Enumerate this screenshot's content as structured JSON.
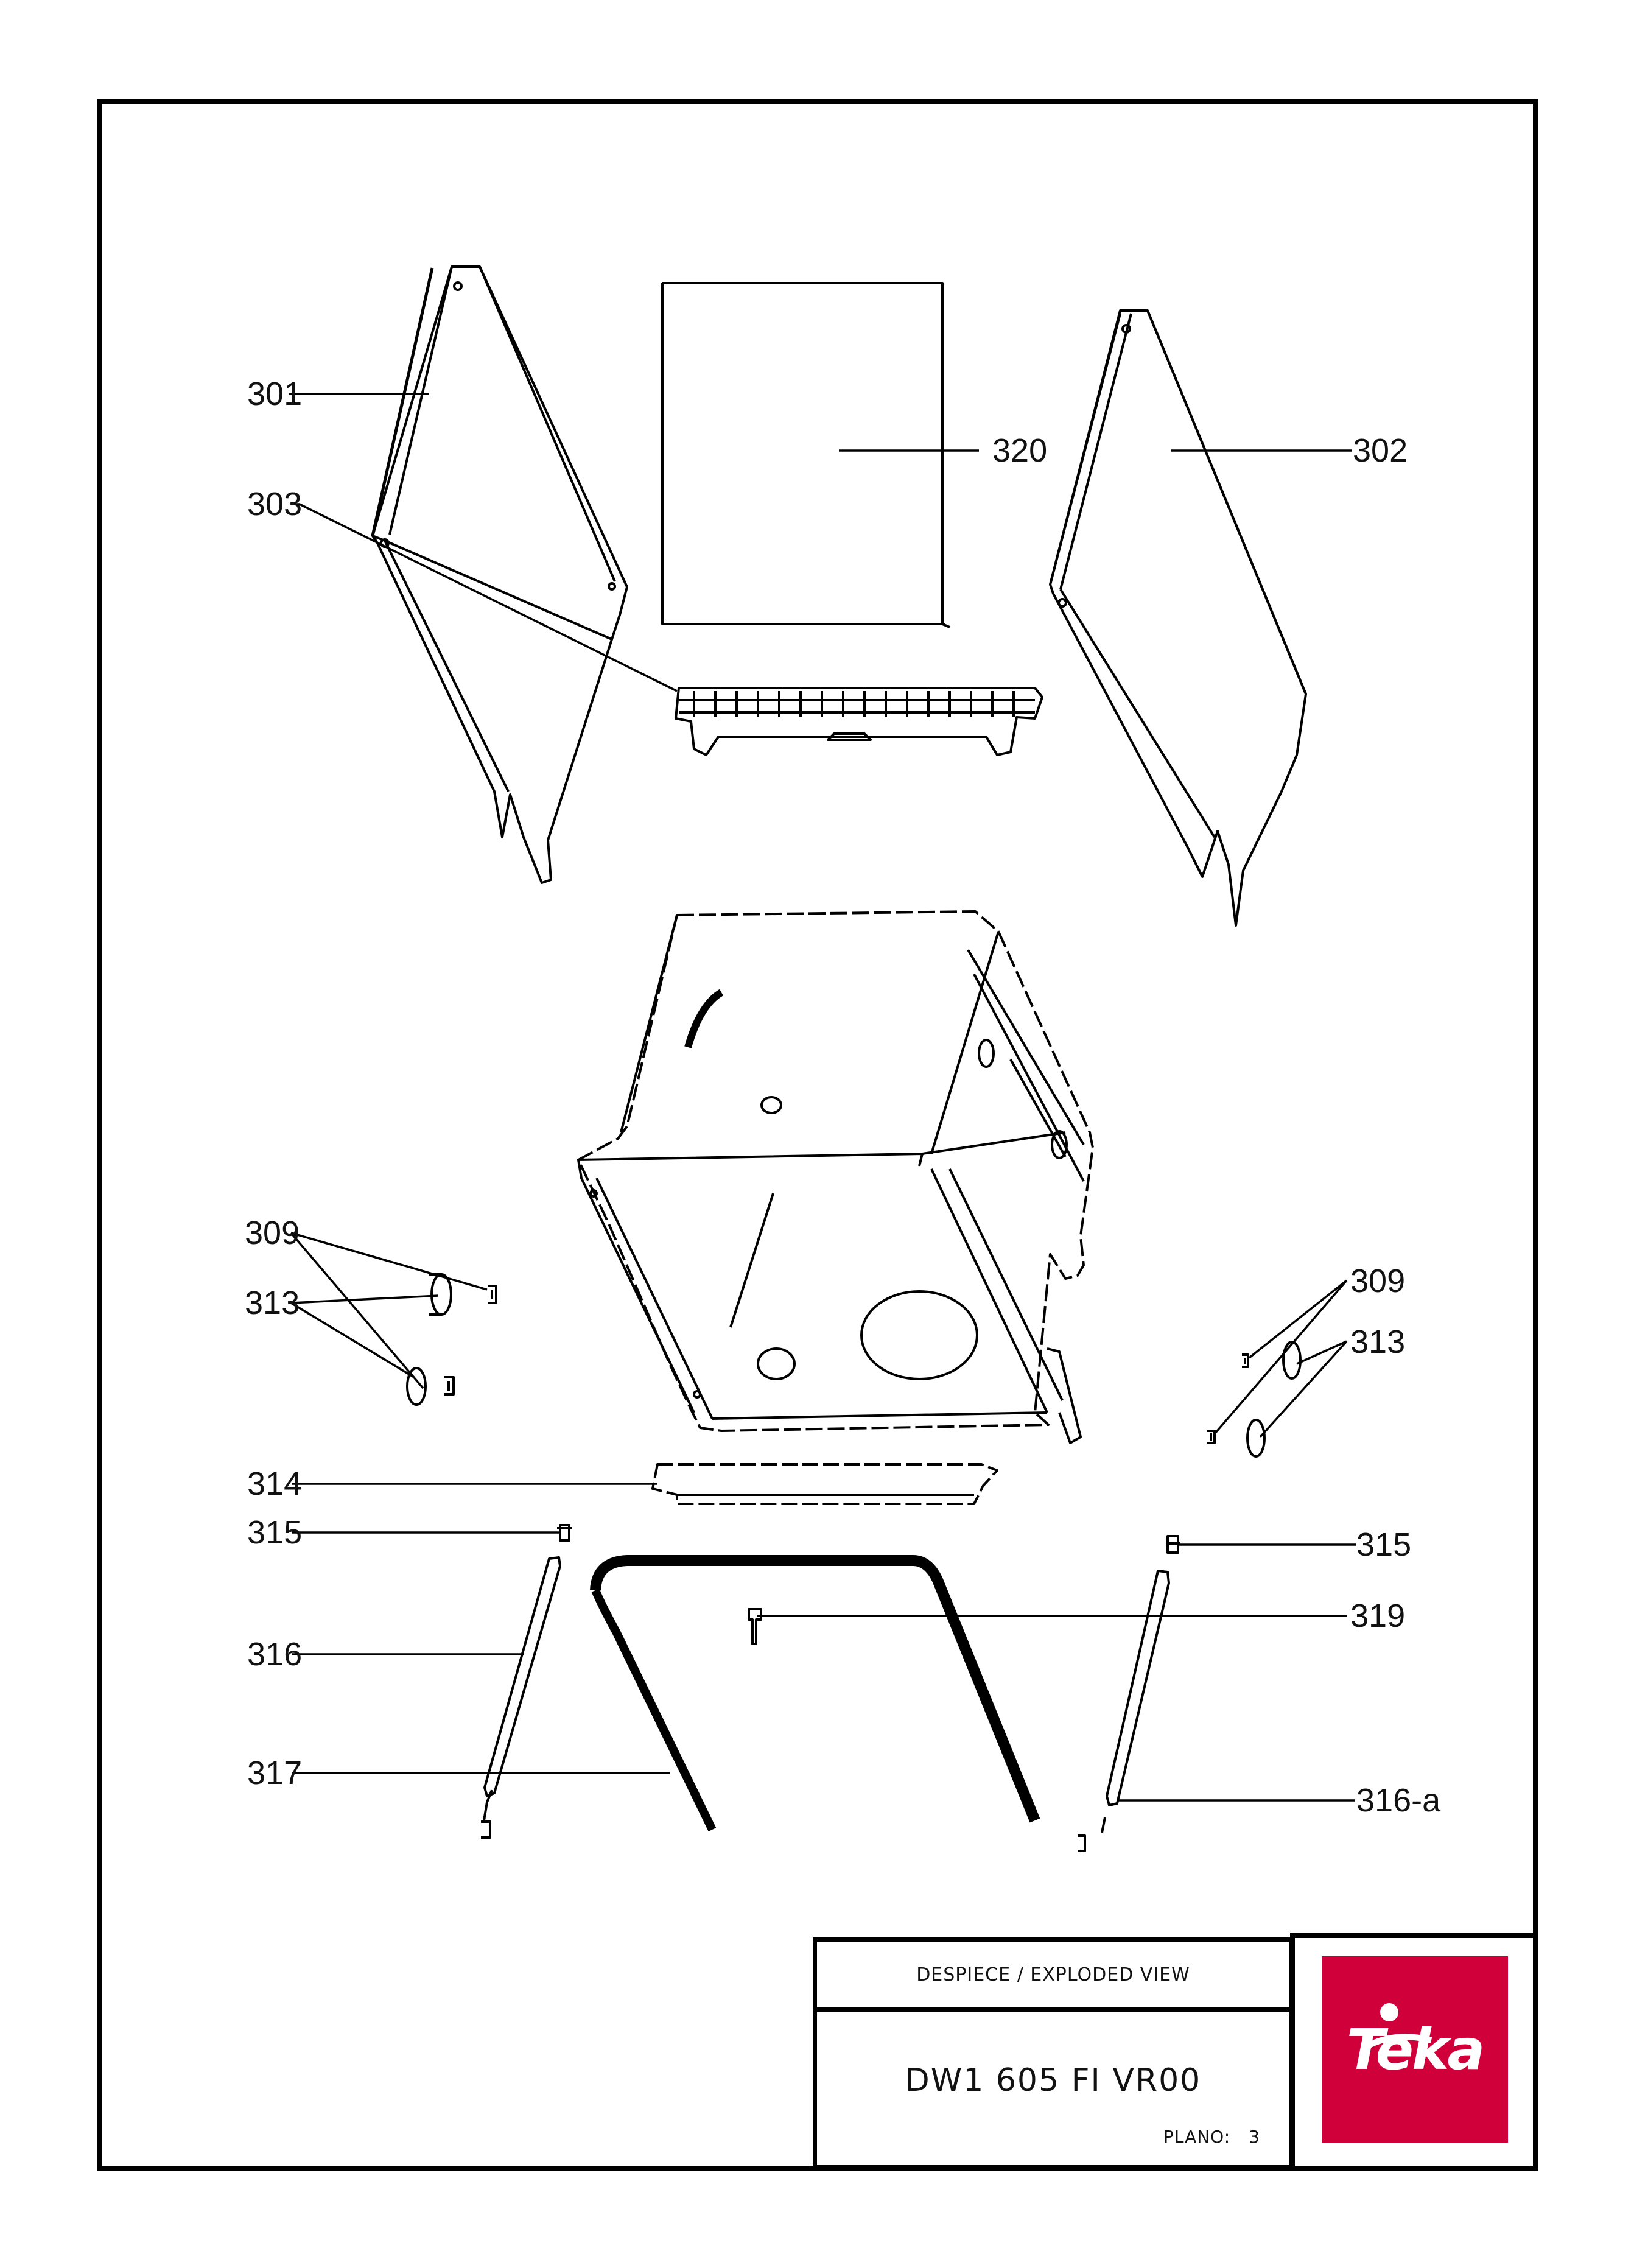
{
  "callouts": {
    "c301": "301",
    "c303": "303",
    "c320": "320",
    "c302": "302",
    "c309_left": "309",
    "c313_left": "313",
    "c309_right": "309",
    "c313_right": "313",
    "c314": "314",
    "c315_left": "315",
    "c315_right": "315",
    "c316": "316",
    "c317": "317",
    "c319": "319",
    "c316a": "316-a"
  },
  "title_block": {
    "header": "DESPIECE / EXPLODED VIEW",
    "model": "DW1 605 FI VR00",
    "plano_label": "PLANO:",
    "plano_value": "3",
    "logo_text": "Teka"
  },
  "colors": {
    "logo_red": "#d0003a",
    "line": "#000000"
  }
}
